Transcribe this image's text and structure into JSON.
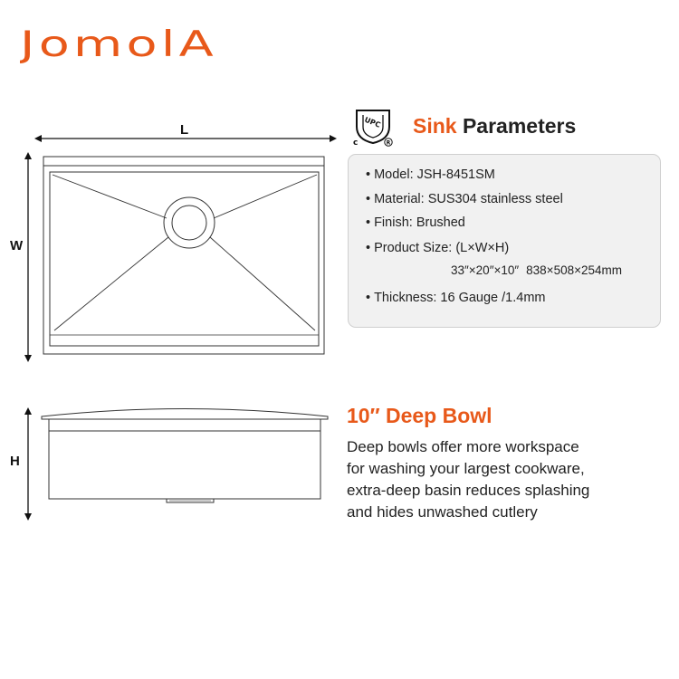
{
  "brand": {
    "logo_text": "JomolA",
    "accent_color": "#e8591a"
  },
  "diagram": {
    "length_label": "L",
    "width_label": "W",
    "height_label": "H"
  },
  "certification": {
    "mark_text": "UPC",
    "icon": "upc-certification-icon"
  },
  "params": {
    "heading_accent": "Sink",
    "heading_rest": "Parameters",
    "model": "Model: JSH-8451SM",
    "material": "Material: SUS304 stainless steel",
    "finish": "Finish: Brushed",
    "size_label": "Product Size: (L×W×H)",
    "size_inches": "33″×20″×10″",
    "size_mm": "838×508×254mm",
    "thickness": "Thickness: 16 Gauge /1.4mm",
    "bullet": "•"
  },
  "bowl": {
    "title": "10″ Deep Bowl",
    "lines": [
      "Deep bowls offer more workspace",
      "for washing your largest cookware,",
      "extra-deep basin reduces splashing",
      "and hides unwashed cutlery"
    ]
  }
}
